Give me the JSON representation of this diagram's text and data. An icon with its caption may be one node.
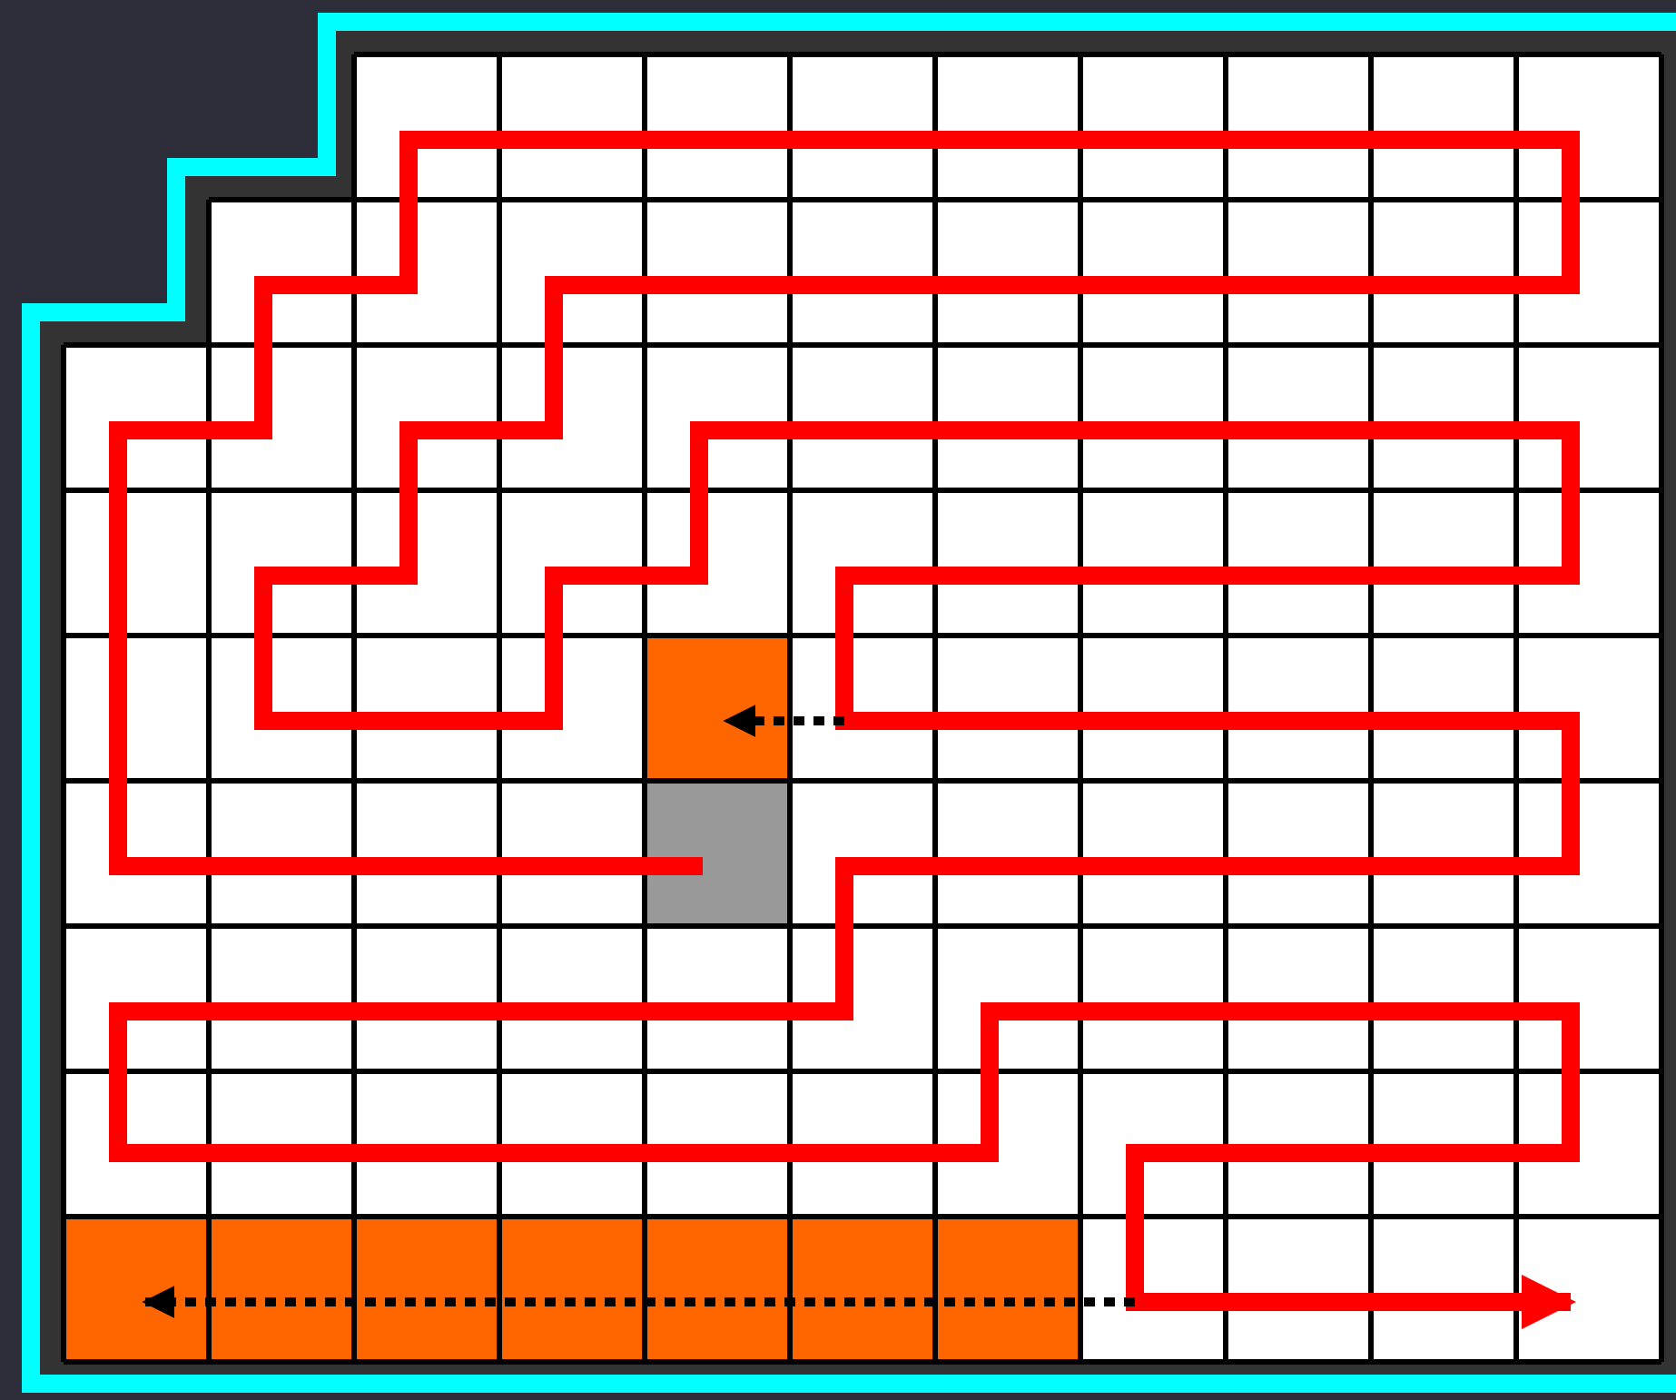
{
  "diagram": {
    "nodes": [
      {
        "text": [],
        "shape": "box"
      },
      {
        "text": [],
        "shape": "box"
      },
      {
        "text": [],
        "shape": "box"
      },
      {
        "text": [],
        "shape": "box"
      },
      {
        "text": [],
        "shape": "box"
      },
      {
        "text": [],
        "shape": "box"
      },
      {
        "text": [],
        "shape": "box"
      },
      {
        "text": [],
        "shape": "box"
      },
      {
        "text": [],
        "shape": "box"
      }
    ],
    "edges": [
      {
        "from": 0,
        "to": null,
        "arrow": "to",
        "style": "thick",
        "color": "#ff0000"
      },
      {
        "from": null,
        "to": 1,
        "arrow": "to",
        "style": "dashed"
      },
      {
        "from": null,
        "to": 2,
        "arrow": "to",
        "style": "dashed"
      }
    ]
  }
}
